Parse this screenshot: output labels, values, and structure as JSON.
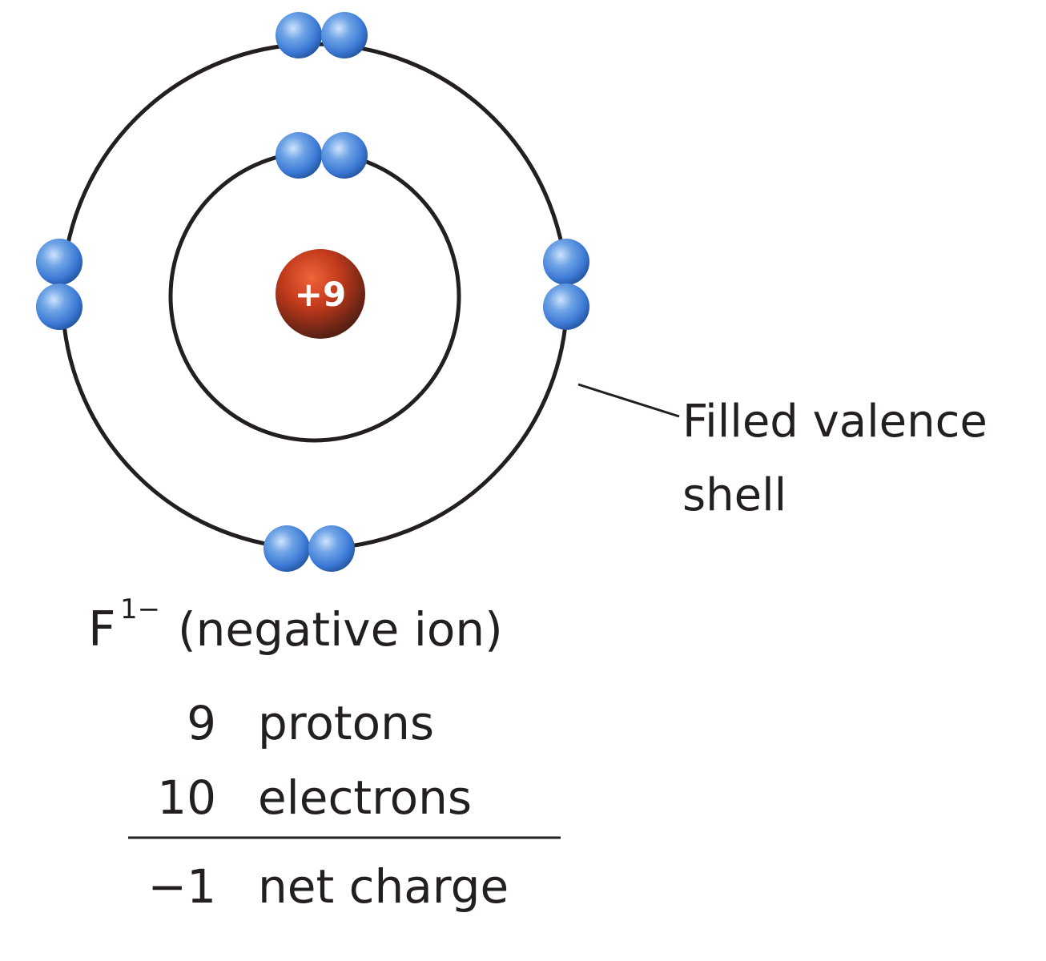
{
  "atom": {
    "nucleus_label": "+9",
    "electron_color": "#3a78d4",
    "nucleus_color": "#c23a1c",
    "shells": [
      {
        "name": "inner",
        "electrons": 2
      },
      {
        "name": "valence",
        "electrons": 8
      }
    ]
  },
  "callout": {
    "line1": "Filled valence",
    "line2": "shell"
  },
  "ion": {
    "symbol": "F",
    "charge": "1−",
    "description": "(negative ion)"
  },
  "tally": {
    "rows": [
      {
        "number": "9",
        "label": "protons"
      },
      {
        "number": "10",
        "label": "electrons"
      }
    ],
    "result": {
      "number": "−1",
      "label": "net charge"
    }
  }
}
